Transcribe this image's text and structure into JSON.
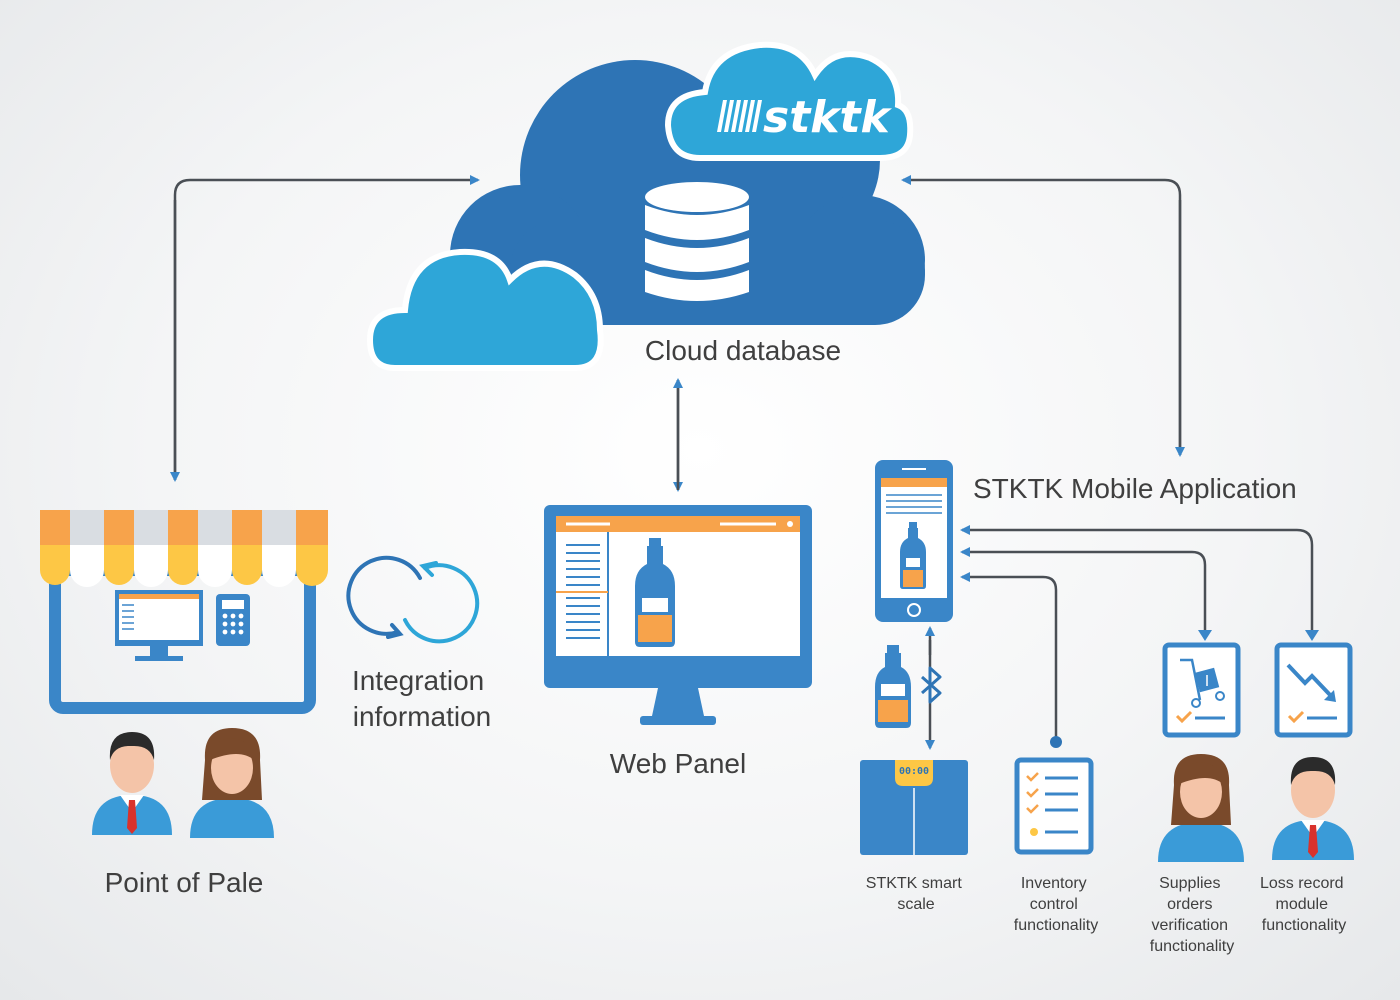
{
  "brand": {
    "logo_text": "stktk"
  },
  "nodes": {
    "cloud_database": "Cloud database",
    "point_of_sale": "Point of Pale",
    "integration": [
      "Integration",
      "information"
    ],
    "web_panel": "Web Panel",
    "mobile_app": "STKTK Mobile Application",
    "smart_scale": [
      "STKTK smart",
      "scale"
    ],
    "inventory": [
      "Inventory",
      "control",
      "functionality"
    ],
    "supplies": [
      "Supplies",
      "orders",
      "verification",
      "functionality"
    ],
    "loss": [
      "Loss record",
      "module",
      "functionality"
    ]
  },
  "scale_display": "00:00",
  "colors": {
    "cloud_dark": "#2e74b5",
    "cloud_light": "#2ea6d8",
    "device_blue": "#3a86c8",
    "orange": "#f7a34b",
    "yellow": "#fdc745",
    "arrow": "#4a4f55",
    "person_blue": "#3a9bd8"
  }
}
